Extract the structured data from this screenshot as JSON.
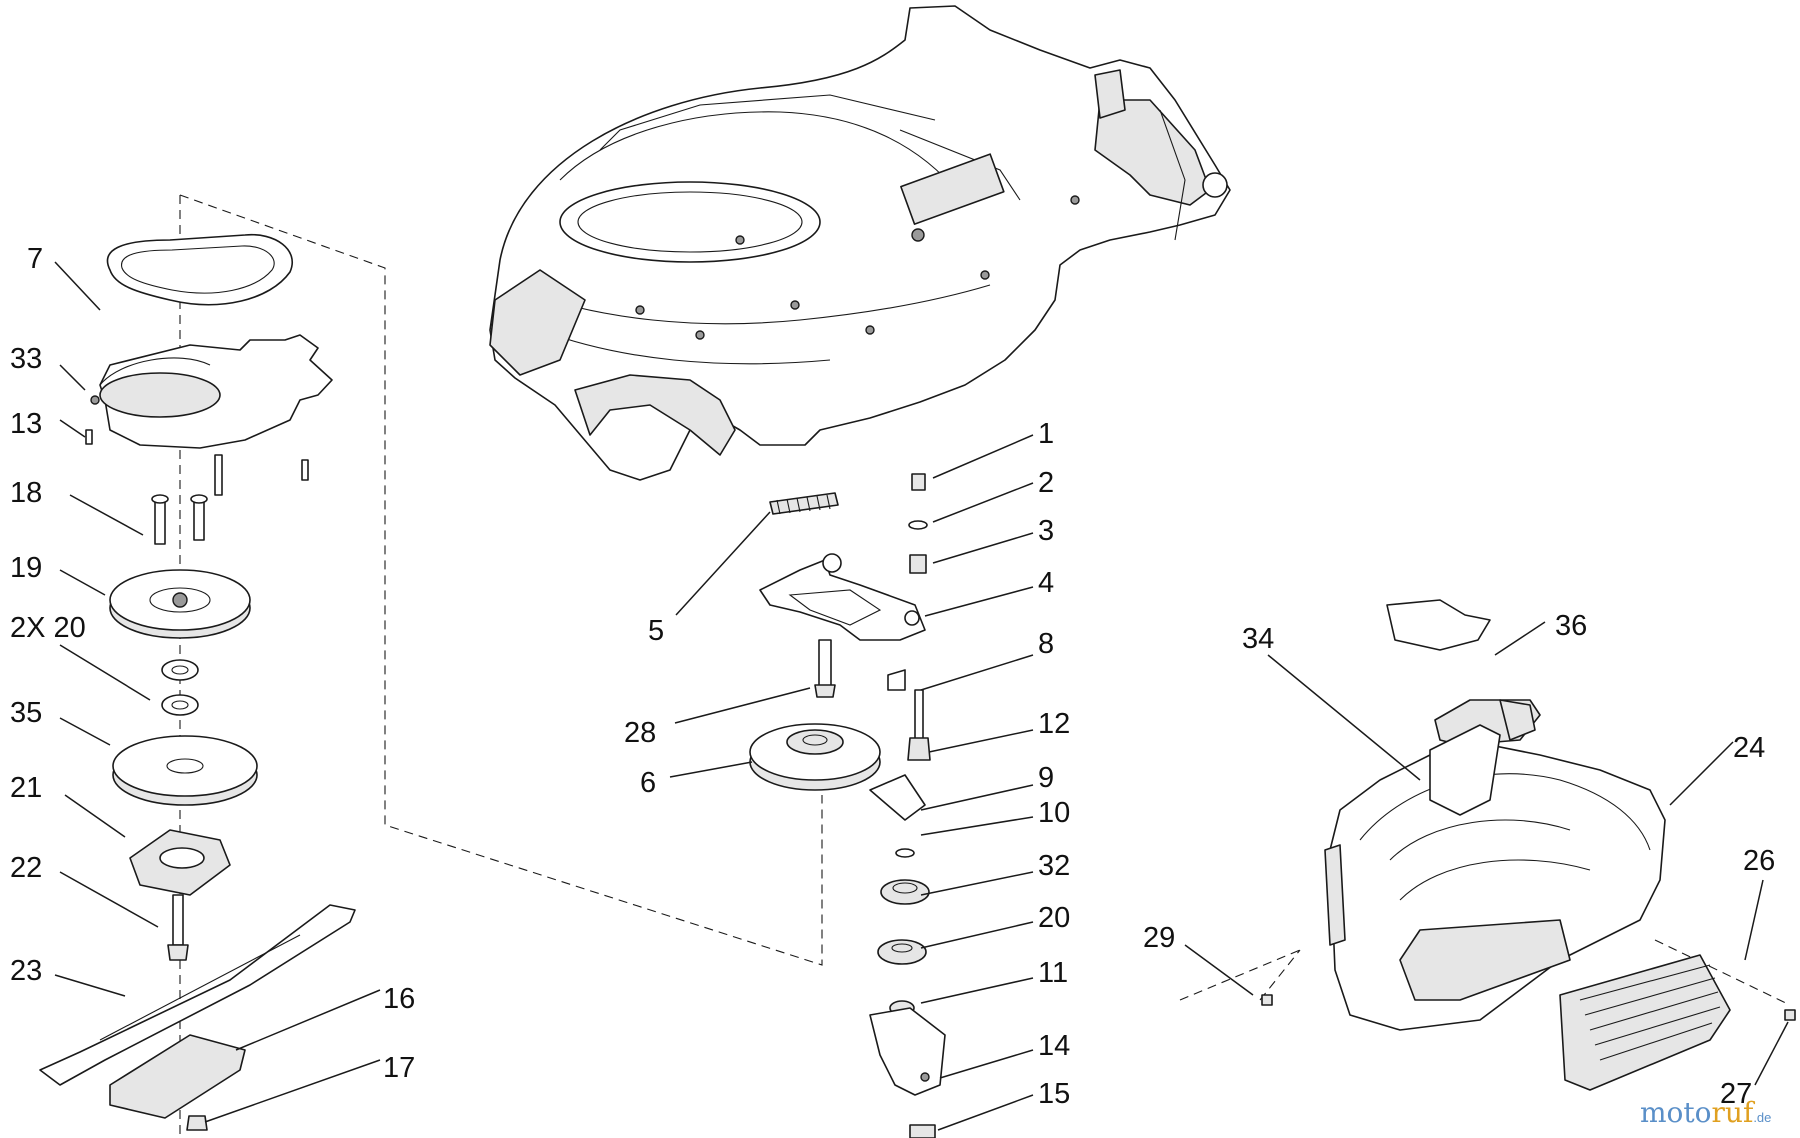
{
  "callouts": [
    {
      "id": "7",
      "text": "7"
    },
    {
      "id": "33",
      "text": "33"
    },
    {
      "id": "13",
      "text": "13"
    },
    {
      "id": "18",
      "text": "18"
    },
    {
      "id": "19",
      "text": "19"
    },
    {
      "id": "2x20",
      "text": "2X 20"
    },
    {
      "id": "35",
      "text": "35"
    },
    {
      "id": "21",
      "text": "21"
    },
    {
      "id": "22",
      "text": "22"
    },
    {
      "id": "23",
      "text": "23"
    },
    {
      "id": "16",
      "text": "16"
    },
    {
      "id": "17",
      "text": "17"
    },
    {
      "id": "5",
      "text": "5"
    },
    {
      "id": "28",
      "text": "28"
    },
    {
      "id": "6",
      "text": "6"
    },
    {
      "id": "1",
      "text": "1"
    },
    {
      "id": "2",
      "text": "2"
    },
    {
      "id": "3",
      "text": "3"
    },
    {
      "id": "4",
      "text": "4"
    },
    {
      "id": "8",
      "text": "8"
    },
    {
      "id": "12",
      "text": "12"
    },
    {
      "id": "9",
      "text": "9"
    },
    {
      "id": "10",
      "text": "10"
    },
    {
      "id": "32",
      "text": "32"
    },
    {
      "id": "20",
      "text": "20"
    },
    {
      "id": "11",
      "text": "11"
    },
    {
      "id": "14",
      "text": "14"
    },
    {
      "id": "15",
      "text": "15"
    },
    {
      "id": "34",
      "text": "34"
    },
    {
      "id": "36",
      "text": "36"
    },
    {
      "id": "24",
      "text": "24"
    },
    {
      "id": "26",
      "text": "26"
    },
    {
      "id": "29",
      "text": "29"
    },
    {
      "id": "27",
      "text": "27"
    }
  ],
  "watermark": {
    "part1": "moto",
    "part2": "ruf",
    "suffix": ".de"
  },
  "colors": {
    "line": "#1a1a1a",
    "watermark_blue": "#5a8fc8",
    "watermark_orange": "#e0a020"
  }
}
